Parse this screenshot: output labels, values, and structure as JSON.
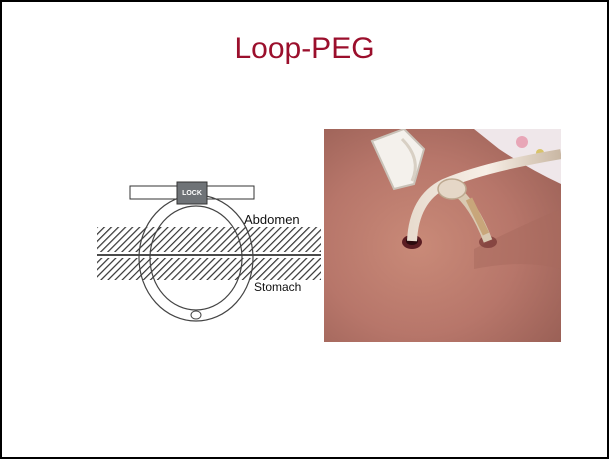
{
  "slide": {
    "title": "Loop-PEG"
  },
  "diagram": {
    "lock_label": "LOCK",
    "abdomen_label": "Abdomen",
    "stomach_label": "Stomach"
  }
}
